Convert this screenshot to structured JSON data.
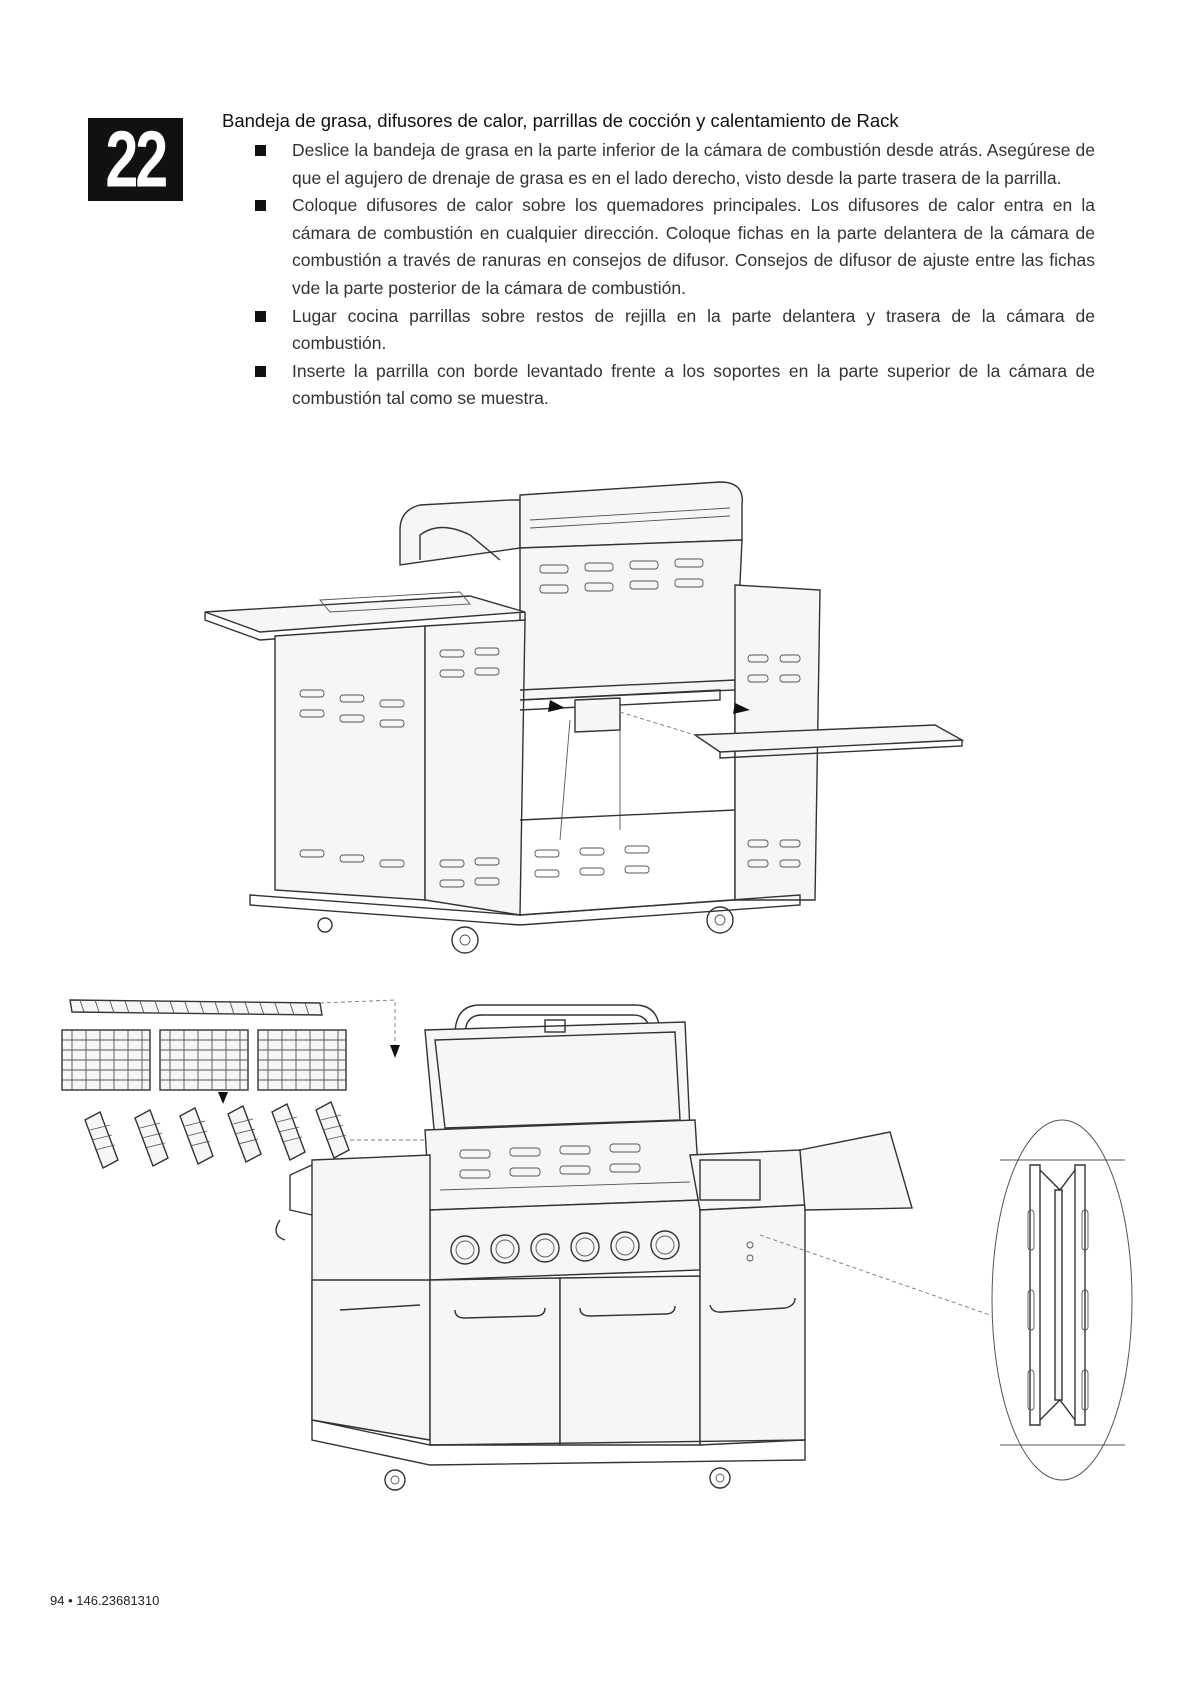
{
  "step": {
    "number": "22"
  },
  "title": "Bandeja de grasa, difusores de calor, parrillas de cocción y calentamiento de Rack",
  "bullets": [
    "Deslice la bandeja de grasa en la parte inferior de la cámara de combustión desde atrás. Asegúrese de que el agujero de drenaje de grasa es en el lado derecho, visto desde la parte trasera de la parrilla.",
    "Coloque difusores de calor sobre los quemadores principales. Los difusores de calor entra en la cámara de combustión en cualquier dirección. Coloque fichas en la parte delantera de la cámara de combustión a través de ranuras en consejos de difusor. Consejos de difusor de ajuste entre las fichas vde la parte posterior de la cámara de combustión.",
    "Lugar cocina parrillas sobre restos de rejilla en la parte delantera y trasera de la cámara de combustión.",
    "Inserte la parrilla con borde levantado frente a los soportes en la parte superior de la cámara de combustión tal como se muestra."
  ],
  "footer": {
    "page_ref": "94 • 146.23681310"
  },
  "icons": {
    "bullet": "square-bullet-icon"
  }
}
